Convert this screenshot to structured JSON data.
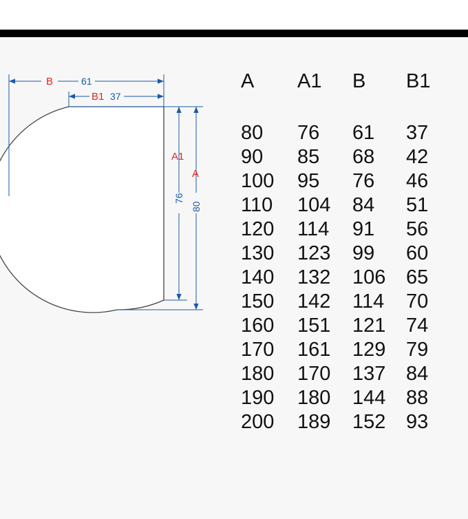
{
  "colors": {
    "dimension_blue": "#1a5aa6",
    "label_red": "#e02525",
    "outline": "#333333",
    "text": "#111111"
  },
  "diagram": {
    "dim_b_label": "B",
    "dim_b_value": "61",
    "dim_b1_label": "B1",
    "dim_b1_value": "37",
    "dim_a1_label": "A1",
    "dim_a1_value": "76",
    "dim_a_label": "A",
    "dim_a_value": "80"
  },
  "table": {
    "headers": [
      "A",
      "A1",
      "B",
      "B1"
    ],
    "rows": [
      [
        "80",
        "76",
        "61",
        "37"
      ],
      [
        "90",
        "85",
        "68",
        "42"
      ],
      [
        "100",
        "95",
        "76",
        "46"
      ],
      [
        "110",
        "104",
        "84",
        "51"
      ],
      [
        "120",
        "114",
        "91",
        "56"
      ],
      [
        "130",
        "123",
        "99",
        "60"
      ],
      [
        "140",
        "132",
        "106",
        "65"
      ],
      [
        "150",
        "142",
        "114",
        "70"
      ],
      [
        "160",
        "151",
        "121",
        "74"
      ],
      [
        "170",
        "161",
        "129",
        "79"
      ],
      [
        "180",
        "170",
        "137",
        "84"
      ],
      [
        "190",
        "180",
        "144",
        "88"
      ],
      [
        "200",
        "189",
        "152",
        "93"
      ]
    ]
  }
}
